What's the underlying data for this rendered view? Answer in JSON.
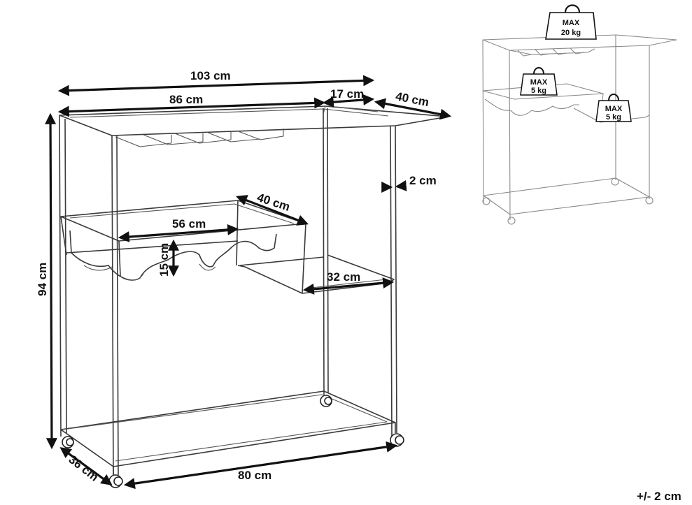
{
  "dimensions": {
    "total_width": "103 cm",
    "top_tray_width": "86 cm",
    "side_tray_width": "17 cm",
    "depth_top": "40 cm",
    "frame_thickness": "2 cm",
    "wine_rack_depth": "40 cm",
    "wine_rack_width": "56 cm",
    "wine_rack_height": "15 cm",
    "side_shelf_width": "32 cm",
    "total_height": "94 cm",
    "base_depth": "36 cm",
    "base_width": "80 cm"
  },
  "weights": {
    "top": {
      "line1": "MAX",
      "line2": "20 kg"
    },
    "middle": {
      "line1": "MAX",
      "line2": "5 kg"
    },
    "side": {
      "line1": "MAX",
      "line2": "5 kg"
    }
  },
  "tolerance": "+/- 2 cm"
}
